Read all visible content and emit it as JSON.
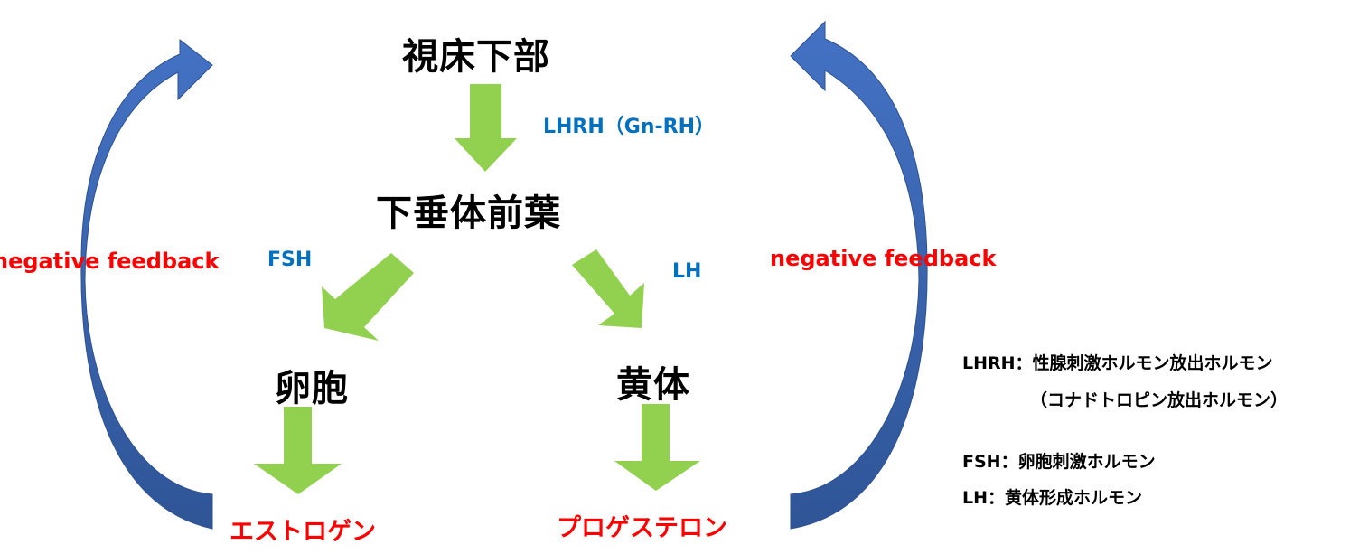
{
  "colors": {
    "organ_text": "#000000",
    "hormone_text": "#0070C0",
    "product_text": "#FF0000",
    "feedback_text": "#FF0000",
    "flow_arrow": "#92D050",
    "feedback_arrow_top": "#4472C4",
    "feedback_arrow_bottom": "#2F5597"
  },
  "nodes": {
    "hypothalamus": "視床下部",
    "anterior_pituitary": "下垂体前葉",
    "follicle": "卵胞",
    "corpus_luteum": "黄体"
  },
  "hormones": {
    "lhrh": "LHRH（Gn-RH）",
    "fsh": "FSH",
    "lh": "LH"
  },
  "products": {
    "estrogen": "エストロゲン",
    "progesterone": "プロゲステロン"
  },
  "feedback": {
    "left": "negative feedback",
    "right": "negative feedback"
  },
  "legend": {
    "lhrh_line1": "LHRH：性腺刺激ホルモン放出ホルモン",
    "lhrh_line2": "（コナドトロピン放出ホルモン）",
    "fsh": "FSH：卵胞刺激ホルモン",
    "lh": "LH：黄体形成ホルモン"
  }
}
